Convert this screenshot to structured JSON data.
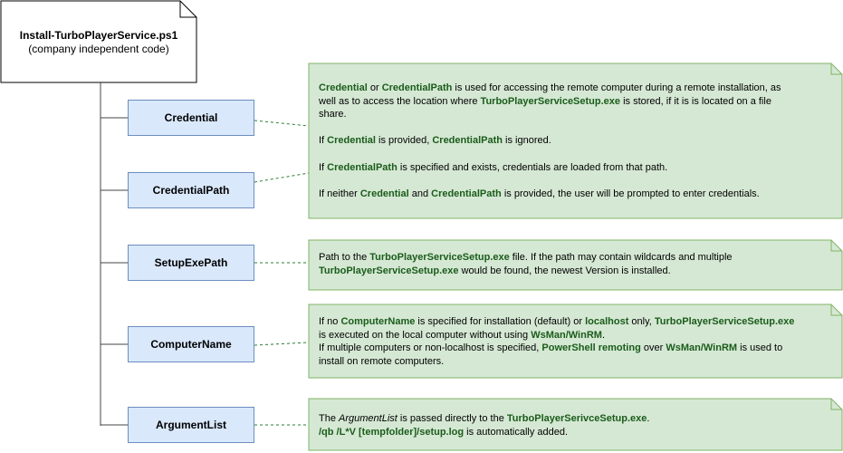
{
  "root": {
    "title": "Install-TurboPlayerService.ps1",
    "subtitle": "(company independent code)"
  },
  "params": [
    {
      "label": "Credential"
    },
    {
      "label": "CredentialPath"
    },
    {
      "label": "SetupExePath"
    },
    {
      "label": "ComputerName"
    },
    {
      "label": "ArgumentList"
    }
  ],
  "notes": {
    "cred": {
      "p1": [
        {
          "t": "Credential",
          "s": "b"
        },
        {
          "t": " or "
        },
        {
          "t": "CredentialPath",
          "s": "b"
        },
        {
          "t": " is used for accessing the remote computer during a remote installation, as"
        },
        {
          "br": true
        },
        {
          "t": "well as to access the location where "
        },
        {
          "t": "TurboPlayerServiceSetup.exe",
          "s": "b"
        },
        {
          "t": " is stored, if it is is located on a file"
        },
        {
          "br": true
        },
        {
          "t": "share."
        }
      ],
      "p2": [
        {
          "t": "If "
        },
        {
          "t": "Credential",
          "s": "b"
        },
        {
          "t": " is provided, "
        },
        {
          "t": "CredentialPath",
          "s": "b"
        },
        {
          "t": " is ignored."
        }
      ],
      "p3": [
        {
          "t": "If "
        },
        {
          "t": "CredentialPath",
          "s": "b"
        },
        {
          "t": " is specified and exists, credentials are loaded from that path."
        }
      ],
      "p4": [
        {
          "t": "If neither "
        },
        {
          "t": "Credential",
          "s": "b"
        },
        {
          "t": " and "
        },
        {
          "t": "CredentialPath",
          "s": "b"
        },
        {
          "t": " is provided, the user will be prompted to enter credentials."
        }
      ]
    },
    "setup": {
      "p1": [
        {
          "t": "Path to the "
        },
        {
          "t": "TurboPlayerServiceSetup.exe",
          "s": "b"
        },
        {
          "t": " file. If the path may contain wildcards and multiple"
        },
        {
          "br": true
        },
        {
          "t": "TurboPlayerServiceSetup.exe",
          "s": "b"
        },
        {
          "t": " would be found, the newest Version is installed."
        }
      ]
    },
    "computer": {
      "p1": [
        {
          "t": "If no "
        },
        {
          "t": "ComputerName",
          "s": "b"
        },
        {
          "t": " is specified for installation (default) or "
        },
        {
          "t": "localhost",
          "s": "b"
        },
        {
          "t": " only, "
        },
        {
          "t": "TurboPlayerServiceSetup.exe",
          "s": "b"
        },
        {
          "br": true
        },
        {
          "t": "is executed on the local computer without using "
        },
        {
          "t": "WsMan/WinRM",
          "s": "b"
        },
        {
          "t": "."
        },
        {
          "br": true
        },
        {
          "t": "If multiple computers or non-localhost is specified, "
        },
        {
          "t": "PowerShell remoting",
          "s": "b"
        },
        {
          "t": " over "
        },
        {
          "t": "WsMan/WinRM",
          "s": "b"
        },
        {
          "t": " is used to"
        },
        {
          "br": true
        },
        {
          "t": "install on remote computers."
        }
      ]
    },
    "args": {
      "p1": [
        {
          "t": "The "
        },
        {
          "t": "ArgumentList",
          "s": "i"
        },
        {
          "t": " is passed directly to the "
        },
        {
          "t": "TurboPlayerSerivceSetup.exe",
          "s": "b"
        },
        {
          "t": "."
        },
        {
          "br": true
        },
        {
          "t": "/qb /L*V [tempfolder]/setup.log",
          "s": "b"
        },
        {
          "t": " is automatically added."
        }
      ]
    }
  },
  "colors": {
    "param_fill": "#dae8fc",
    "param_stroke": "#6c8ebf",
    "note_fill": "#d5e8d4",
    "note_stroke": "#82b366",
    "connector": "#2e7d32",
    "highlight_text": "#1a5c1a"
  }
}
